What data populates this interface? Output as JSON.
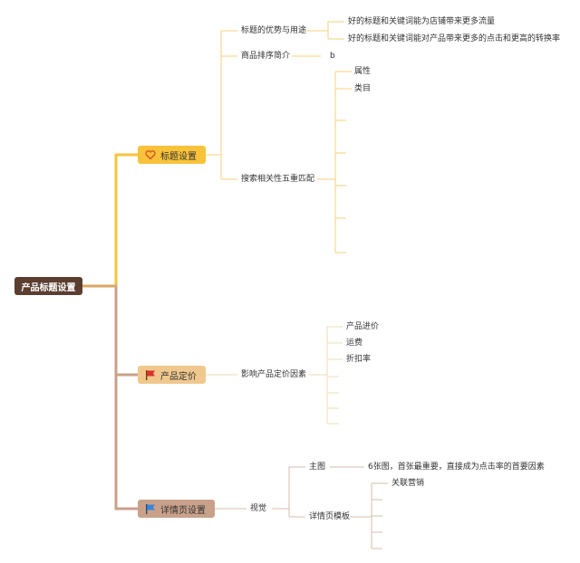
{
  "root": {
    "label": "产品标题设置"
  },
  "branches": [
    {
      "label": "标题设置",
      "icon": "heart-icon",
      "color": "#f5c33b",
      "children": [
        {
          "label": "标题的优势与用途",
          "children": [
            "好的标题和关键词能为店铺带来更多流量",
            "好的标题和关键词能对产品带来更多的点击和更高的转换率"
          ]
        },
        {
          "label": "商品排序简介",
          "children": [
            "b"
          ]
        },
        {
          "label": "搜索相关性五重匹配",
          "children": [
            "属性",
            "类目",
            "",
            "",
            "",
            "",
            ""
          ]
        }
      ]
    },
    {
      "label": "产品定价",
      "icon": "flag-icon",
      "color": "#f0c88e",
      "children": [
        {
          "label": "影响产品定价因素",
          "children": [
            "产品进价",
            "运费",
            "折扣率",
            "",
            "",
            "",
            ""
          ]
        }
      ]
    },
    {
      "label": "详情页设置",
      "icon": "flag-icon",
      "color": "#c9a18a",
      "children": [
        {
          "label": "视觉",
          "children": [
            {
              "label": "主图",
              "children": [
                "6张图，首张最重要，直接成为点击率的首要因素"
              ]
            },
            {
              "label": "详情页模板",
              "children": [
                "关联营销",
                "",
                "",
                "",
                ""
              ]
            }
          ]
        }
      ]
    }
  ],
  "colors": {
    "branch1_line": "#f6c94a",
    "branch2_line": "#f3d9a8",
    "branch3_line": "#c9a18a",
    "root_line": "#c9a18a"
  }
}
